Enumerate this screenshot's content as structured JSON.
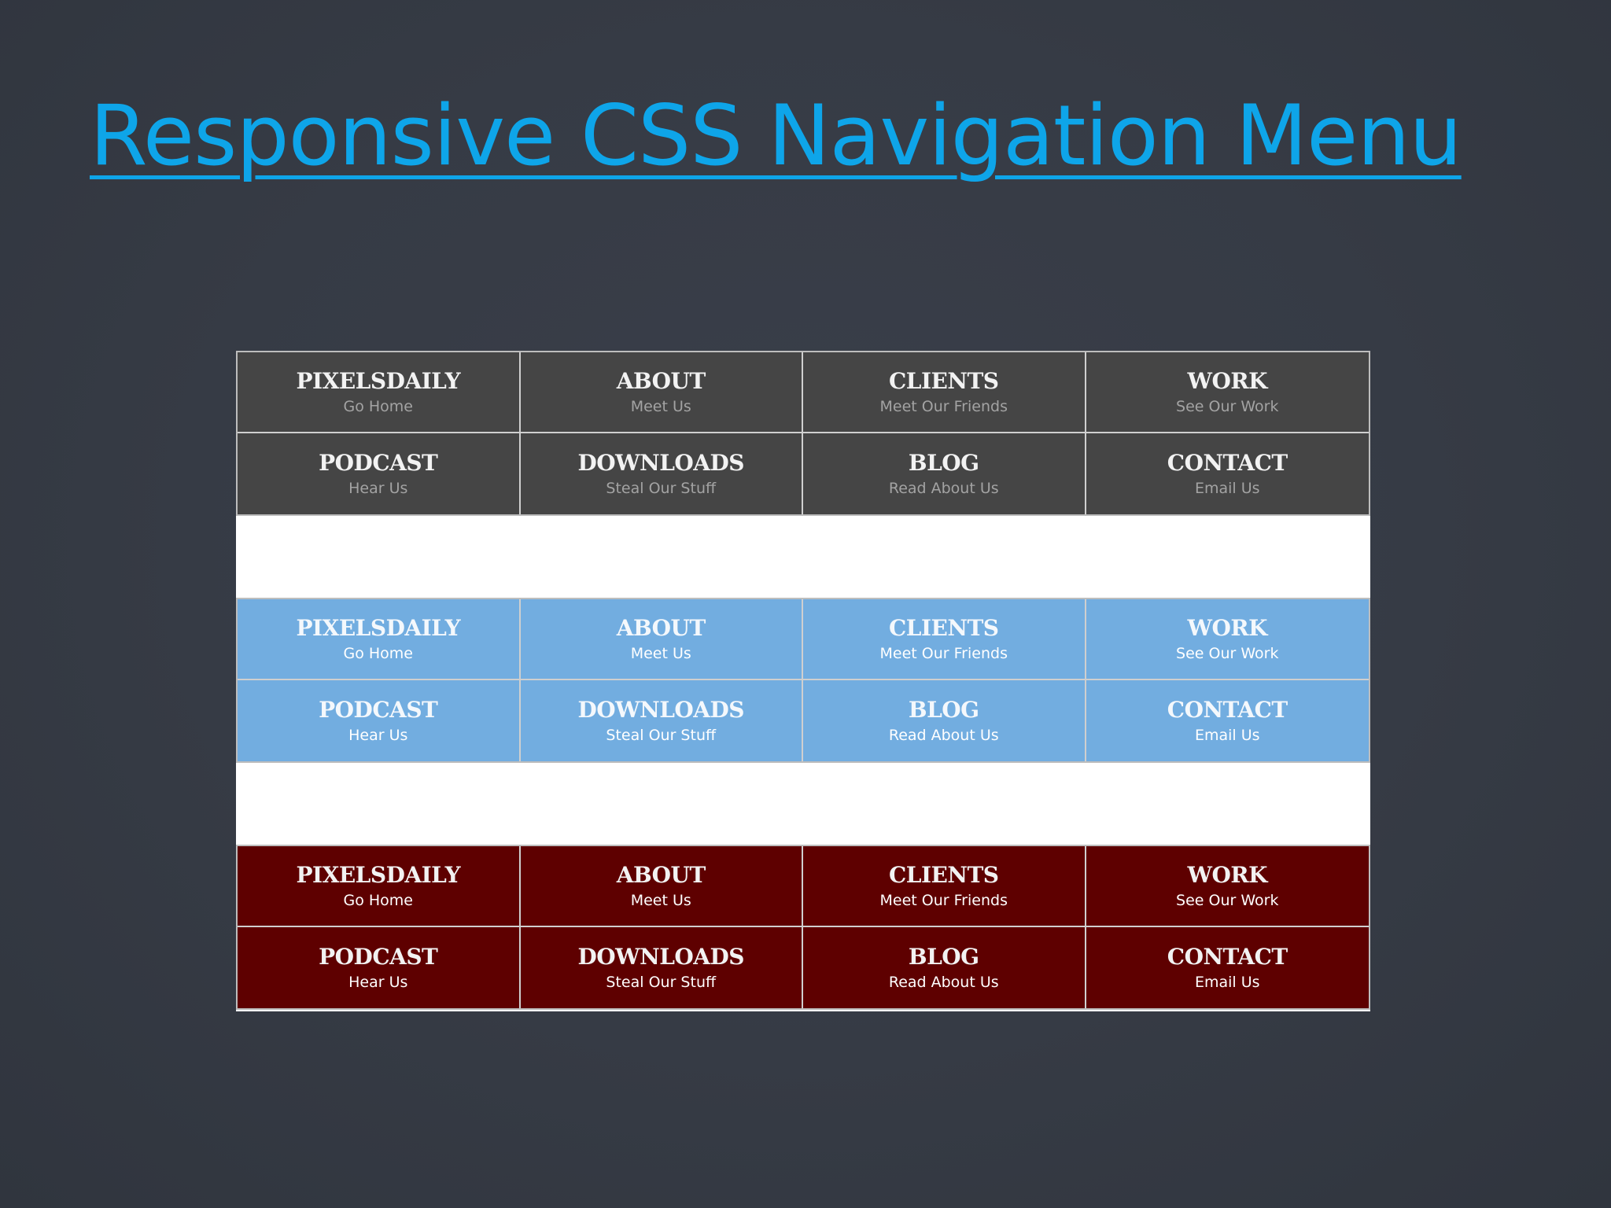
{
  "slide": {
    "title": "Responsive CSS Navigation Menu",
    "title_color": "#0ea5e9",
    "background_color": "#363b45"
  },
  "menus": [
    {
      "theme": "dark",
      "color": "#454545",
      "items": [
        {
          "title": "PIXELSDAILY",
          "subtitle": "Go Home"
        },
        {
          "title": "ABOUT",
          "subtitle": "Meet Us"
        },
        {
          "title": "CLIENTS",
          "subtitle": "Meet Our Friends"
        },
        {
          "title": "WORK",
          "subtitle": "See Our Work"
        },
        {
          "title": "PODCAST",
          "subtitle": "Hear Us"
        },
        {
          "title": "DOWNLOADS",
          "subtitle": "Steal Our Stuff"
        },
        {
          "title": "BLOG",
          "subtitle": "Read About Us"
        },
        {
          "title": "CONTACT",
          "subtitle": "Email Us"
        }
      ]
    },
    {
      "theme": "blue",
      "color": "#72ade0",
      "items": [
        {
          "title": "PIXELSDAILY",
          "subtitle": "Go Home"
        },
        {
          "title": "ABOUT",
          "subtitle": "Meet Us"
        },
        {
          "title": "CLIENTS",
          "subtitle": "Meet Our Friends"
        },
        {
          "title": "WORK",
          "subtitle": "See Our Work"
        },
        {
          "title": "PODCAST",
          "subtitle": "Hear Us"
        },
        {
          "title": "DOWNLOADS",
          "subtitle": "Steal Our Stuff"
        },
        {
          "title": "BLOG",
          "subtitle": "Read About Us"
        },
        {
          "title": "CONTACT",
          "subtitle": "Email Us"
        }
      ]
    },
    {
      "theme": "red",
      "color": "#5e0000",
      "items": [
        {
          "title": "PIXELSDAILY",
          "subtitle": "Go Home"
        },
        {
          "title": "ABOUT",
          "subtitle": "Meet Us"
        },
        {
          "title": "CLIENTS",
          "subtitle": "Meet Our Friends"
        },
        {
          "title": "WORK",
          "subtitle": "See Our Work"
        },
        {
          "title": "PODCAST",
          "subtitle": "Hear Us"
        },
        {
          "title": "DOWNLOADS",
          "subtitle": "Steal Our Stuff"
        },
        {
          "title": "BLOG",
          "subtitle": "Read About Us"
        },
        {
          "title": "CONTACT",
          "subtitle": "Email Us"
        }
      ]
    }
  ]
}
